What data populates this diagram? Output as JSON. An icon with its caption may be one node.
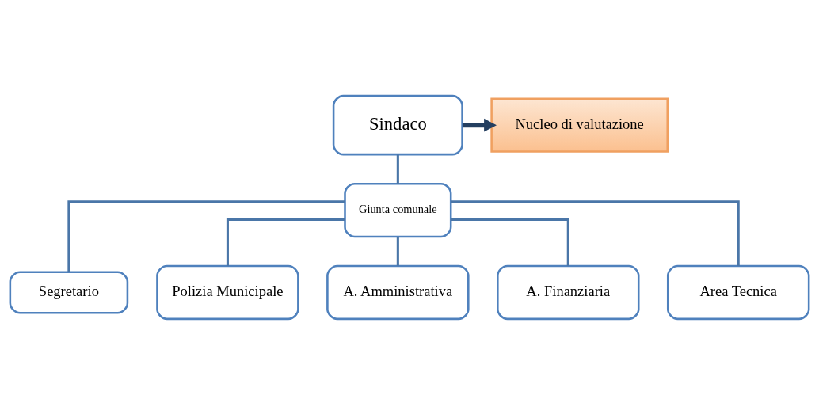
{
  "diagram": {
    "nodes": [
      {
        "text": [
          "Sindaco"
        ]
      },
      {
        "text": [
          "Nucleo di valutazione"
        ]
      },
      {
        "text": [
          "Giunta comunale"
        ]
      },
      {
        "text": [
          "Segretario"
        ]
      },
      {
        "text": [
          "Polizia Municipale"
        ]
      },
      {
        "text": [
          "A. Amministrativa"
        ]
      },
      {
        "text": [
          "A. Finanziaria"
        ]
      },
      {
        "text": [
          "Area Tecnica"
        ]
      }
    ],
    "edges": [
      {
        "from": 0,
        "to": 1,
        "arrow": "to",
        "style": "thick",
        "color": "#243f60"
      },
      {
        "from": 0,
        "to": 2,
        "arrow": "none"
      },
      {
        "from": 2,
        "to": 3,
        "arrow": "none"
      },
      {
        "from": 2,
        "to": 4,
        "arrow": "none"
      },
      {
        "from": 2,
        "to": 5,
        "arrow": "none"
      },
      {
        "from": 2,
        "to": 6,
        "arrow": "none"
      },
      {
        "from": 2,
        "to": 7,
        "arrow": "none"
      }
    ]
  }
}
